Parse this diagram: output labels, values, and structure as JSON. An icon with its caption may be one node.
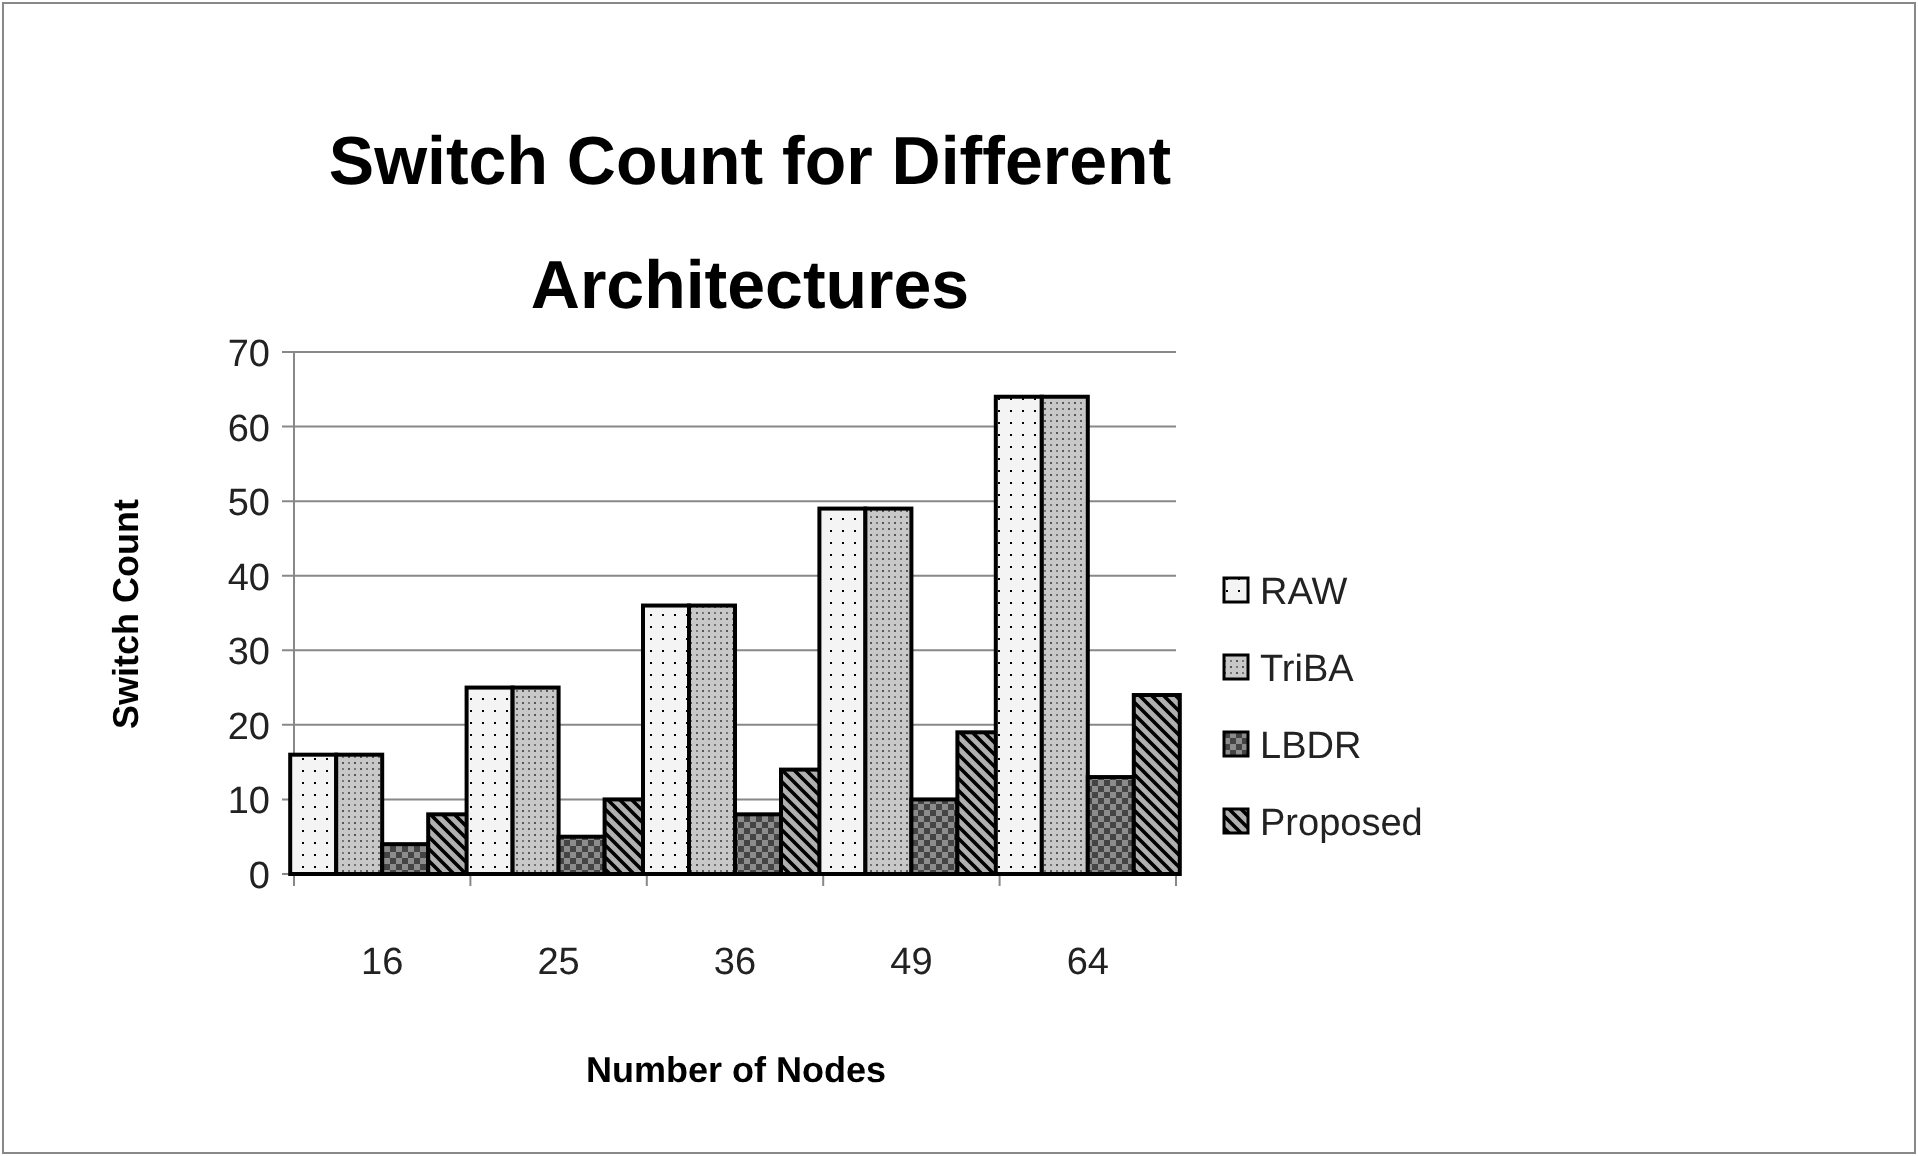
{
  "diagram": {
    "chart_data": {
      "type": "bar",
      "title": "Switch Count for Different Architectures",
      "xlabel": "Number of Nodes",
      "ylabel": "Switch Count",
      "categories": [
        "16",
        "25",
        "36",
        "49",
        "64"
      ],
      "series": [
        {
          "name": "RAW",
          "color": "#f4f4f4",
          "values": [
            16,
            25,
            36,
            49,
            64
          ]
        },
        {
          "name": "TriBA",
          "color": "#c8c8c8",
          "values": [
            16,
            25,
            36,
            49,
            64
          ]
        },
        {
          "name": "LBDR",
          "color": "#8c8c8c",
          "values": [
            4,
            5,
            8,
            10,
            13
          ]
        },
        {
          "name": "Proposed",
          "color": "#b0b0b0",
          "values": [
            8,
            10,
            14,
            19,
            24
          ]
        }
      ],
      "ylim": [
        0,
        70
      ],
      "yticks": [
        0,
        10,
        20,
        30,
        40,
        50,
        60,
        70
      ],
      "grid": true,
      "legend": true
    }
  }
}
